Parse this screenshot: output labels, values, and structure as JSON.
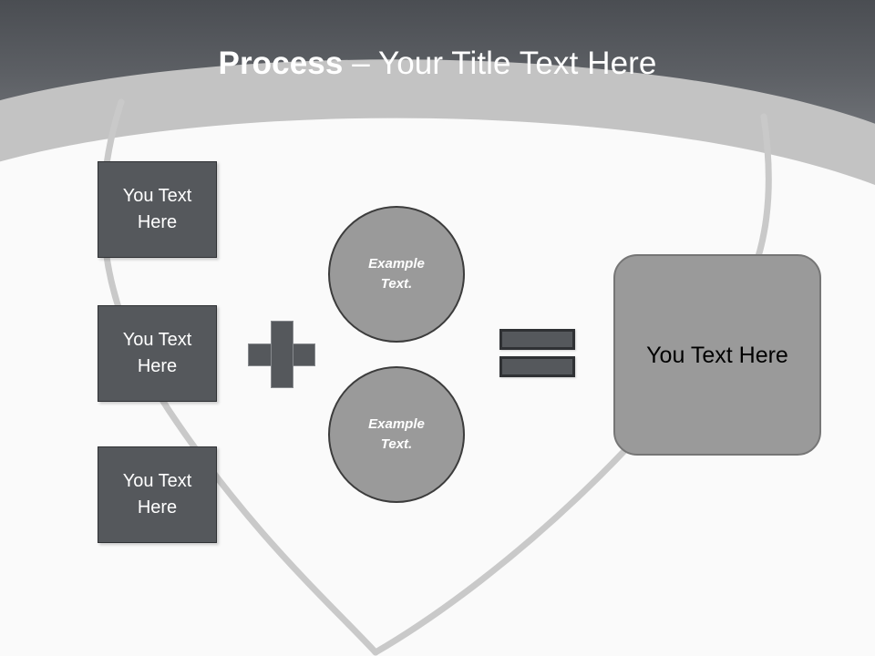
{
  "slide": {
    "title_bold": "Process",
    "title_rest": " – Your Title Text Here",
    "theme": {
      "header_gradient_top": "#4a4d52",
      "header_gradient_bottom": "#6f7277",
      "header_band": "#c5c5c5",
      "body_background": "#fafafa",
      "swoosh_line": "#c9c9c9",
      "box_fill": "#55585c",
      "box_border": "#2f3134",
      "box_text": "#ffffff",
      "circle_fill": "#9a9a9a",
      "circle_border": "#3c3c3c",
      "circle_text": "#ffffff",
      "result_fill": "#9a9a9a",
      "result_border": "#767676",
      "result_text": "#000000"
    }
  },
  "diagram": {
    "inputs": [
      {
        "label": "You Text Here"
      },
      {
        "label": "You Text Here"
      },
      {
        "label": "You Text Here"
      }
    ],
    "plus_operator": {
      "symbol": "+"
    },
    "circles": [
      {
        "line1": "Example",
        "line2": "Text."
      },
      {
        "line1": "Example",
        "line2": "Text."
      }
    ],
    "equals_operator": {
      "symbol": "="
    },
    "result": {
      "label": "You Text Here"
    }
  }
}
